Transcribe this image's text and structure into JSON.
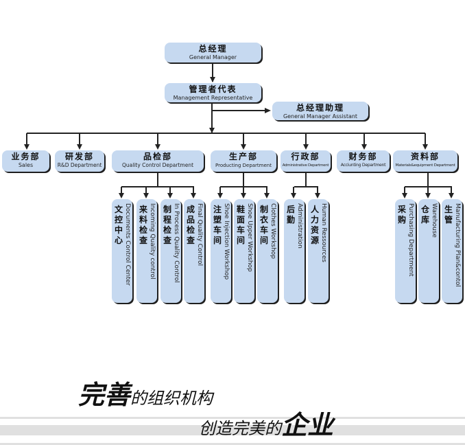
{
  "colors": {
    "box_fill": "#c6d9f0",
    "shadow": "#1f1f1f",
    "line": "#222222",
    "stripe": "#e0e0e0"
  },
  "top": {
    "general_manager": {
      "cn": "总经理",
      "en": "General Manager"
    },
    "management_rep": {
      "cn": "管理者代表",
      "en": "Management Representative"
    },
    "assistant": {
      "cn": "总经理助理",
      "en": "General Manager Assistant"
    }
  },
  "departments": [
    {
      "cn": "业务部",
      "en": "Sales"
    },
    {
      "cn": "研发部",
      "en": "R&D Department"
    },
    {
      "cn": "品检部",
      "en": "Quality Control Department"
    },
    {
      "cn": "生产部",
      "en": "Producting Department"
    },
    {
      "cn": "行政部",
      "en": "Administrative Department"
    },
    {
      "cn": "财务部",
      "en": "Acciunting Department"
    },
    {
      "cn": "资料部",
      "en": "Materials&equipment Department"
    }
  ],
  "subunits": [
    {
      "cn": "文控中心",
      "en": "Documents Control Center"
    },
    {
      "cn": "来料检查",
      "en": "Incoming Quality control"
    },
    {
      "cn": "制程检查",
      "en": "In Process Quality Control"
    },
    {
      "cn": "成品检查",
      "en": "Final Quality Control"
    },
    {
      "cn": "注塑车间",
      "en": "Shoe Injection Workshop"
    },
    {
      "cn": "鞋面车间",
      "en": "Shoe Upper Workshop"
    },
    {
      "cn": "制衣车间",
      "en": "Clothes Workshop"
    },
    {
      "cn": "后勤",
      "en": "Administration"
    },
    {
      "cn": "人力资源",
      "en": "Human Ressources"
    },
    {
      "cn": "采购",
      "en": "Purchasing Department"
    },
    {
      "cn": "仓库",
      "en": "Warehouse"
    },
    {
      "cn": "生管",
      "en": "Manufacturing Plan&contol"
    }
  ],
  "slogan": {
    "line1_big": "完善",
    "line1_small": "的组织机构",
    "line2_small": "创造完美的",
    "line2_big": "企业"
  }
}
